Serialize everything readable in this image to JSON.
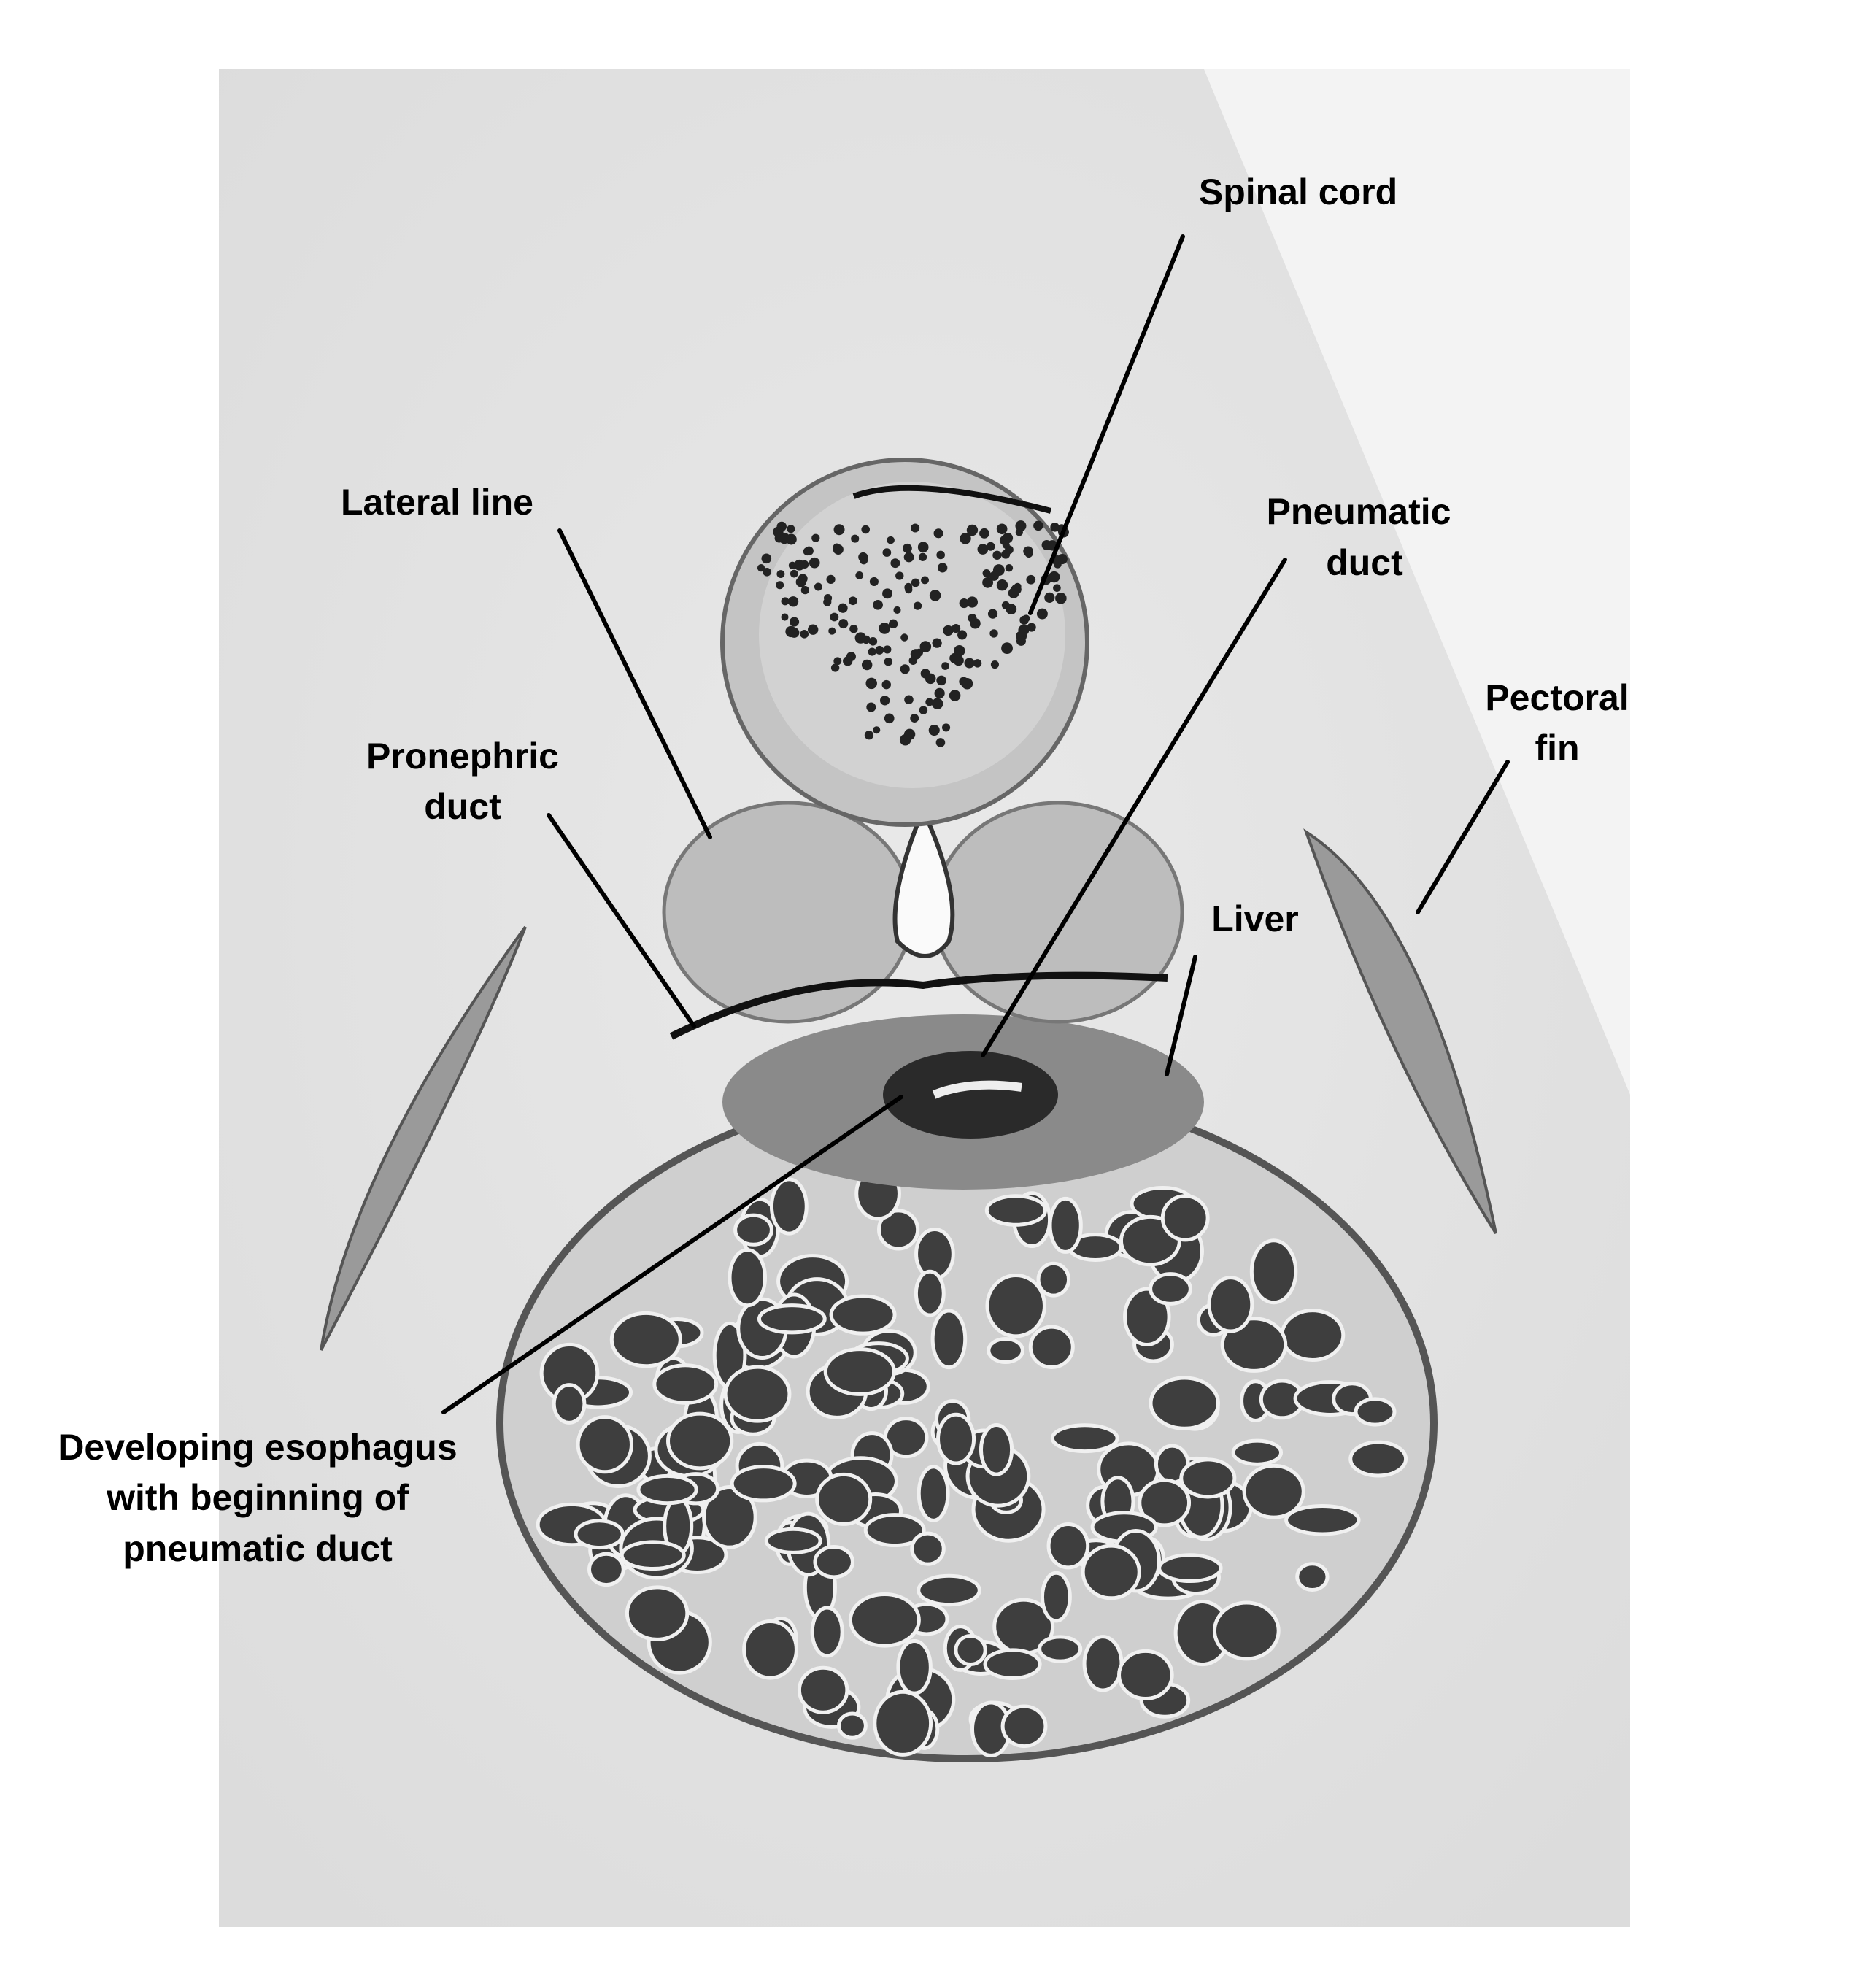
{
  "labels": {
    "spinal_cord": "Spinal cord",
    "lateral_line": "Lateral line",
    "pneumatic_duct": [
      "Pneumatic",
      "duct"
    ],
    "pectoral_fin": [
      "Pectoral",
      "fin"
    ],
    "pronephric_duct": [
      "Pronephric",
      "duct"
    ],
    "liver": "Liver",
    "esophagus": [
      "Developing esophagus",
      "with beginning of",
      "pneumatic duct"
    ]
  },
  "colors": {
    "background": "#ffffff",
    "section_field": "#e6e6e6",
    "tissue": "#b9b9b9",
    "yolk": "#3e3e3e",
    "label": "#000000"
  }
}
